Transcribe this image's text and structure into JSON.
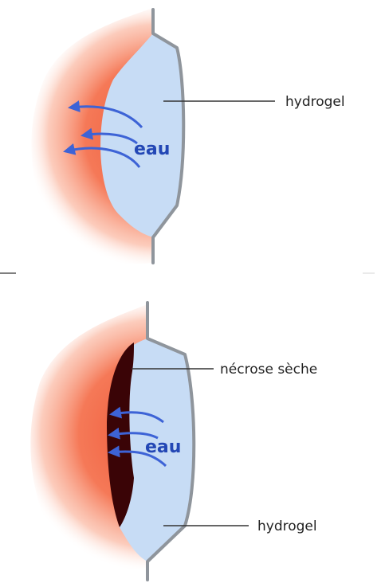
{
  "panels": [
    {
      "callouts": [
        {
          "text": "hydrogel"
        }
      ],
      "water_label": "eau"
    },
    {
      "callouts": [
        {
          "text": "nécrose sèche"
        },
        {
          "text": "hydrogel"
        }
      ],
      "water_label": "eau"
    }
  ],
  "colors": {
    "wound_red": "#ee5535",
    "hydrogel_fill": "#c7dcf5",
    "membrane_gray": "#8f959c",
    "necrosis_dark": "#3a0406",
    "arrow_blue": "#3d63d6",
    "label_blue": "#2347b5",
    "leader_line": "#333333"
  }
}
